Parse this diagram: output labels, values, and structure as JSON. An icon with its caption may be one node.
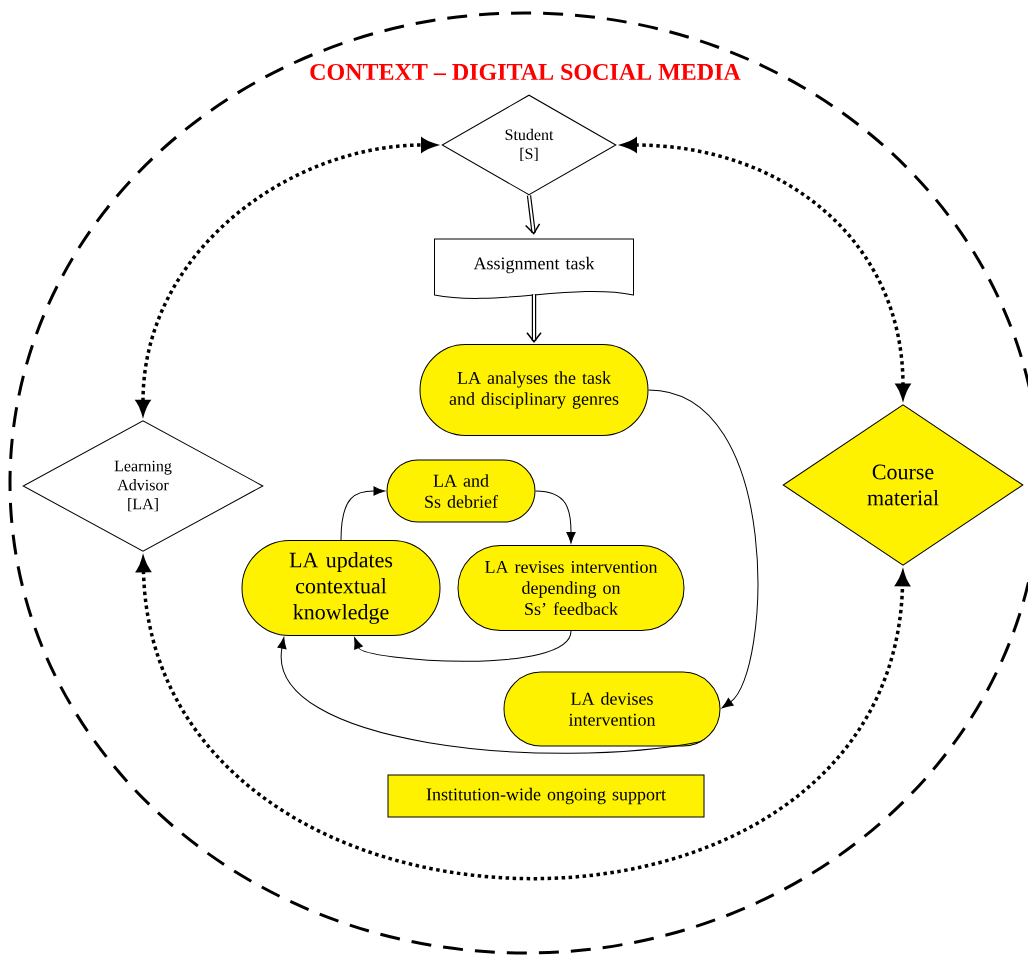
{
  "diagram": {
    "title": "CONTEXT – DIGITAL SOCIAL MEDIA",
    "nodes": [
      {
        "text": [
          "Student [S]"
        ]
      },
      {
        "text": [
          "Assignment task"
        ]
      },
      {
        "text": [
          "LA analyses the task and disciplinary genres"
        ]
      },
      {
        "text": [
          "Learning Advisor [LA]"
        ]
      },
      {
        "text": [
          "Course material"
        ]
      },
      {
        "text": [
          "LA and Ss debrief"
        ]
      },
      {
        "text": [
          "LA updates contextual knowledge"
        ]
      },
      {
        "text": [
          "LA revises intervention depending on Ss’ feedback"
        ]
      },
      {
        "text": [
          "LA devises intervention"
        ]
      },
      {
        "text": [
          "Institution-wide ongoing support"
        ]
      }
    ],
    "edges": [
      {
        "from": 0,
        "to": 1,
        "arrow": "to",
        "style": "thick"
      },
      {
        "from": 1,
        "to": 2,
        "arrow": "to",
        "style": "thick"
      },
      {
        "from": 2,
        "to": 8,
        "arrow": "to"
      },
      {
        "from": 6,
        "to": 5,
        "arrow": "to"
      },
      {
        "from": 5,
        "to": 7,
        "arrow": "to"
      },
      {
        "from": 7,
        "to": 6,
        "arrow": "to"
      },
      {
        "from": 8,
        "to": 6,
        "arrow": "to"
      },
      {
        "from": 3,
        "to": 0,
        "arrow": "both",
        "style": "dashed"
      },
      {
        "from": 0,
        "to": 4,
        "arrow": "both",
        "style": "dashed"
      },
      {
        "from": 3,
        "to": 4,
        "arrow": "both",
        "style": "dashed"
      }
    ]
  }
}
